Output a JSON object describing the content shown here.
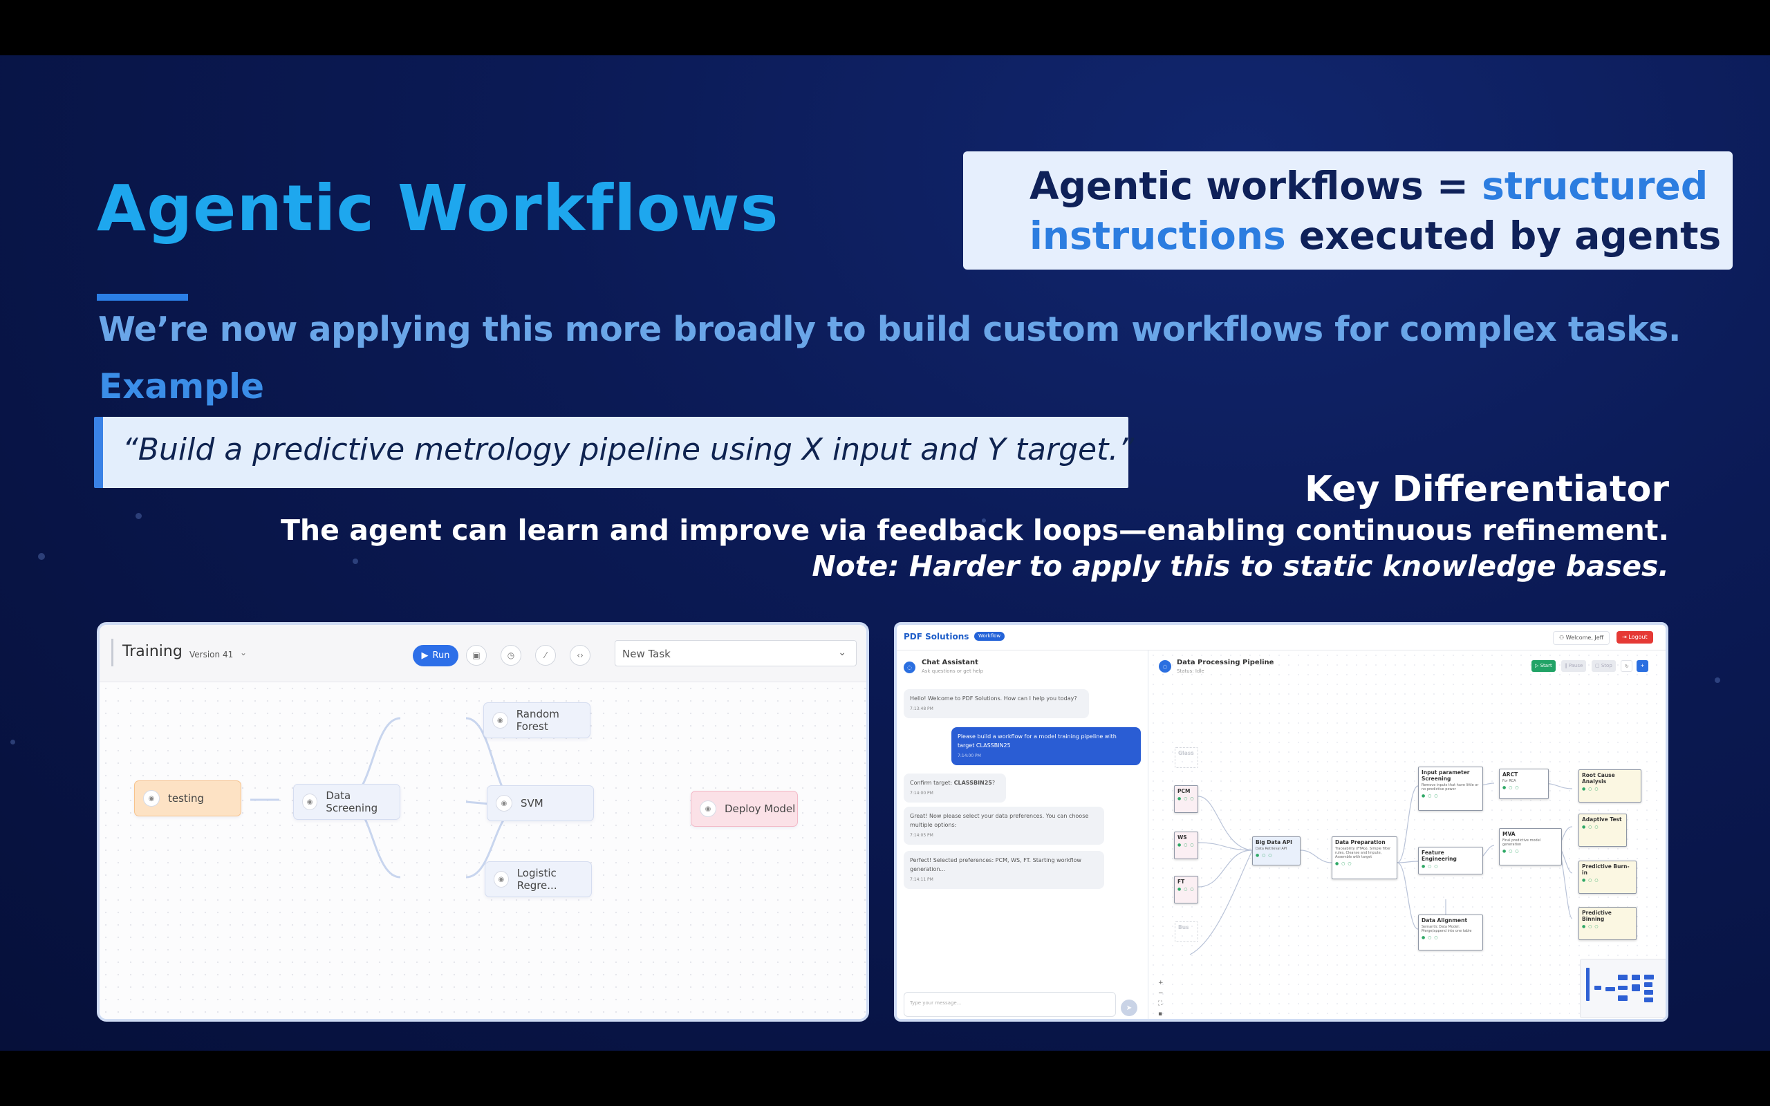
{
  "slide": {
    "title": "Agentic Workflows",
    "subtitle": "We’re now applying this more broadly to build custom workflows for complex tasks.",
    "example_label": "Example",
    "quote": "“Build a predictive metrology pipeline using X input and Y target.”",
    "definition": {
      "part1": "Agentic workflows = ",
      "highlight": "structured instructions",
      "part2": " executed by agents"
    },
    "differentiator": {
      "heading": "Key Differentiator",
      "line1": "The agent can learn and improve via feedback loops—enabling continuous refinement.",
      "line2": "Note: Harder to apply this to static knowledge bases."
    },
    "colors": {
      "background": "#0b1a55",
      "title": "#1ea7ee",
      "accent": "#2b7fe6",
      "subtitle": "#6aa6e8"
    }
  },
  "training_app": {
    "title": "Training",
    "version": "Version 41",
    "run_label": "Run",
    "toolbar_icons": [
      "save-icon",
      "history-icon",
      "magic-wand-icon",
      "code-icon"
    ],
    "task_select": "New Task",
    "nodes": {
      "testing": "testing",
      "data_screening": "Data Screening",
      "random_forest": "Random Forest",
      "svm": "SVM",
      "logistic": "Logistic Regre...",
      "deploy": "Deploy Model"
    }
  },
  "pipeline_app": {
    "brand": "PDF Solutions",
    "badge": "Workflow",
    "welcome": "Welcome, Jeff",
    "logout": "Logout",
    "chat": {
      "title": "Chat Assistant",
      "subtitle": "Ask questions or get help",
      "messages": [
        {
          "role": "bot",
          "text": "Hello! Welcome to PDF Solutions. How can I help you today?",
          "time": "7:13:48 PM"
        },
        {
          "role": "user",
          "text": "Please build a workflow for a model training pipeline with target CLASSBIN25",
          "time": "7:14:00 PM"
        },
        {
          "role": "bot",
          "prefix": "Confirm target: ",
          "bold": "CLASSBIN25",
          "suffix": "?",
          "time": "7:14:00 PM"
        },
        {
          "role": "bot",
          "text": "Great! Now please select your data preferences. You can choose multiple options:",
          "time": "7:14:05 PM"
        },
        {
          "role": "bot",
          "text": "Perfect! Selected preferences: PCM, WS, FT. Starting workflow generation...",
          "time": "7:14:11 PM"
        }
      ],
      "input_placeholder": "Type your message..."
    },
    "pipeline": {
      "title": "Data Processing Pipeline",
      "status": "Status: Idle",
      "start": "Start",
      "pause": "Pause",
      "stop": "Stop",
      "nodes": {
        "ghost_top": "Glass",
        "pcm": "PCM",
        "ws": "WS",
        "ft": "FT",
        "ghost_bottom": "Bus",
        "big_data": {
          "title": "Big Data API",
          "desc": "Data Retrieval API"
        },
        "data_prep": {
          "title": "Data Preparation",
          "desc": "Traceability (FTAG), Simple filter rules, Cleanse and Impute, Assemble with target"
        },
        "input_screening": {
          "title": "Input parameter Screening",
          "desc": "Remove inputs that have little or no predictive power"
        },
        "feature_eng": {
          "title": "Feature Engineering",
          "desc": ""
        },
        "data_align": {
          "title": "Data Alignment",
          "desc": "Semantic Data Model: Merge/append into one table"
        },
        "arct": {
          "title": "ARCT",
          "desc": "For RCA"
        },
        "mva": {
          "title": "MVA",
          "desc": "Final predictive model generation"
        },
        "root_cause": {
          "title": "Root Cause Analysis"
        },
        "adaptive_test": {
          "title": "Adaptive Test"
        },
        "predictive_burnin": {
          "title": "Predictive Burn-in"
        },
        "predictive_binning": {
          "title": "Predictive Binning"
        }
      }
    }
  }
}
